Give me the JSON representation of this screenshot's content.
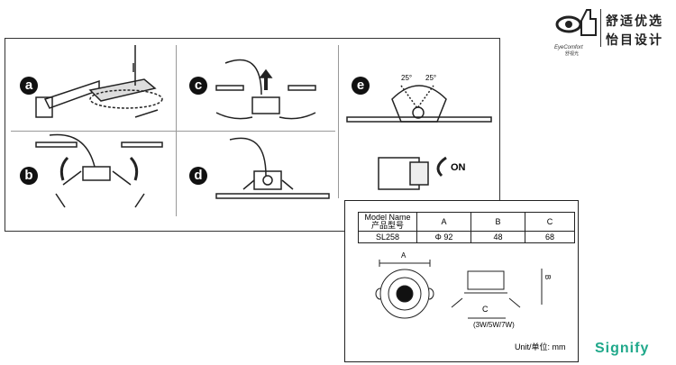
{
  "logo": {
    "brand": "EyeComfort",
    "brand_cn": "舒视光",
    "slogan_line1": "舒适优选",
    "slogan_line2": "怡目设计"
  },
  "steps": {
    "a": "a",
    "b": "b",
    "c": "c",
    "d": "d",
    "e": "e"
  },
  "angles": {
    "left": "25°",
    "right": "25°"
  },
  "on_label": "ON",
  "spec": {
    "headers": [
      "Model Name",
      "A",
      "B",
      "C"
    ],
    "header_cn": "产品型号",
    "row": [
      "SL258",
      "Φ 92",
      "48",
      "68"
    ],
    "dim_a": "A",
    "dim_b": "B",
    "dim_c": "C",
    "wattage": "(3W/5W/7W)",
    "unit": "Unit/单位: mm"
  },
  "footer_brand": "Signify"
}
